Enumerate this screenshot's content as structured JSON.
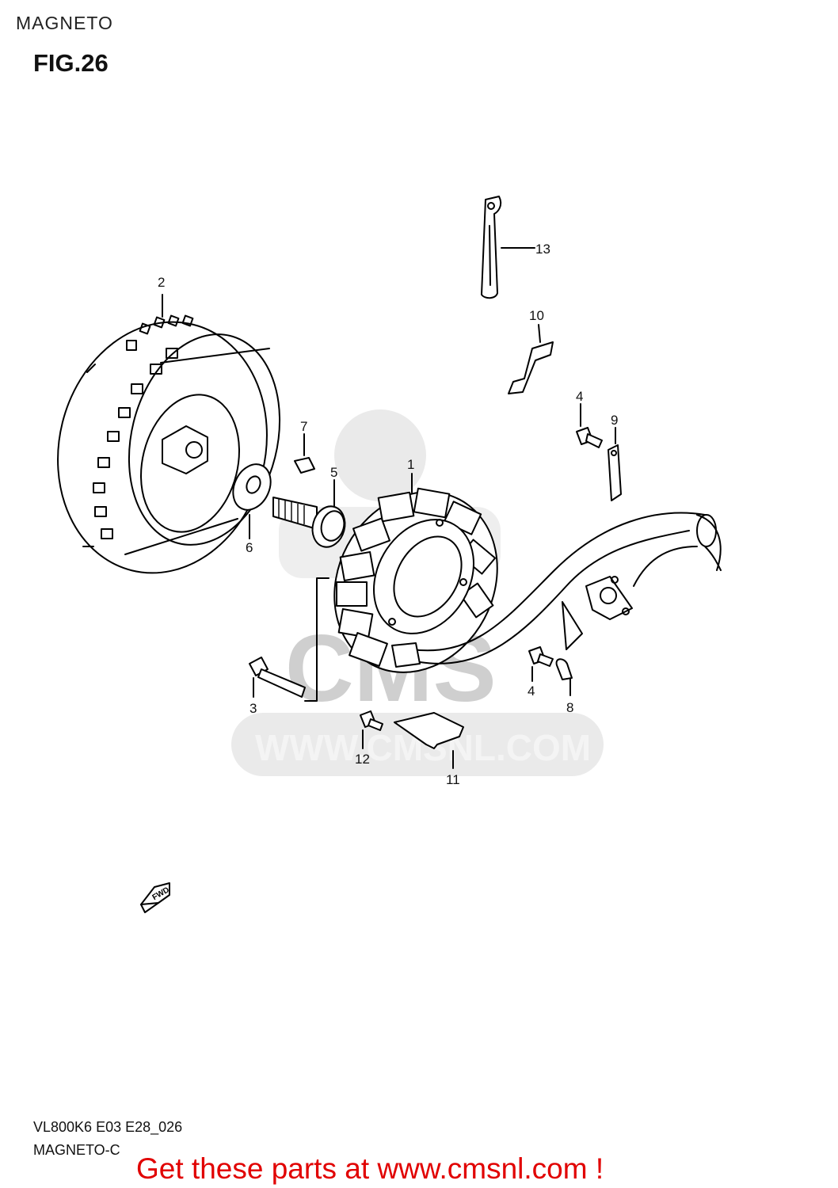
{
  "header": {
    "section": "MAGNETO",
    "figure": "FIG.26"
  },
  "callouts": [
    {
      "id": "1",
      "label": "1"
    },
    {
      "id": "2",
      "label": "2"
    },
    {
      "id": "3",
      "label": "3"
    },
    {
      "id": "4a",
      "label": "4"
    },
    {
      "id": "4b",
      "label": "4"
    },
    {
      "id": "5",
      "label": "5"
    },
    {
      "id": "6",
      "label": "6"
    },
    {
      "id": "7",
      "label": "7"
    },
    {
      "id": "8",
      "label": "8"
    },
    {
      "id": "9",
      "label": "9"
    },
    {
      "id": "10",
      "label": "10"
    },
    {
      "id": "11",
      "label": "11"
    },
    {
      "id": "12",
      "label": "12"
    },
    {
      "id": "13",
      "label": "13"
    }
  ],
  "direction_label": "FWD",
  "watermark": {
    "brand": "CMS",
    "url": "WWW.CMSNL.COM"
  },
  "footer": {
    "code": "VL800K6 E03 E28_026",
    "subtitle": "MAGNETO-C",
    "promo": "Get these parts at www.cmsnl.com !"
  }
}
